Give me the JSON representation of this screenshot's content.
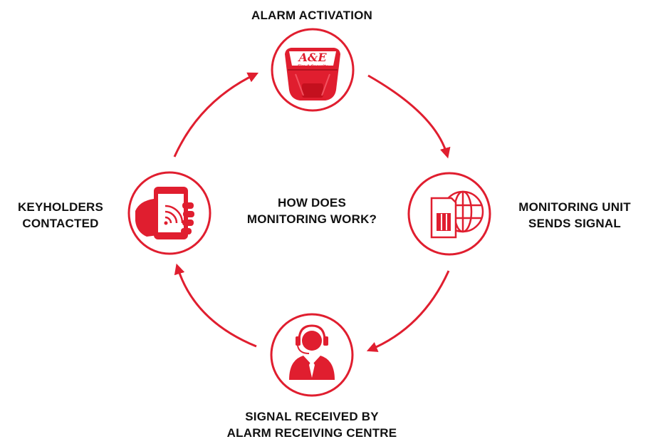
{
  "title": [
    "HOW DOES",
    "MONITORING WORK?"
  ],
  "colors": {
    "accent": "#e01e2f",
    "text": "#111111",
    "background": "#ffffff"
  },
  "steps": [
    {
      "id": "alarm",
      "icon": "alarm-siren-icon",
      "label": [
        "ALARM ACTIVATION"
      ],
      "brand": "A&E",
      "brand_sub": "Fire & Security"
    },
    {
      "id": "monitor",
      "icon": "sim-globe-icon",
      "label": [
        "MONITORING UNIT",
        "SENDS SIGNAL"
      ]
    },
    {
      "id": "receive",
      "icon": "headset-operator-icon",
      "label": [
        "SIGNAL RECEIVED BY",
        "ALARM RECEIVING CENTRE"
      ]
    },
    {
      "id": "keyholders",
      "icon": "hand-phone-icon",
      "label": [
        "KEYHOLDERS",
        "CONTACTED"
      ]
    }
  ]
}
